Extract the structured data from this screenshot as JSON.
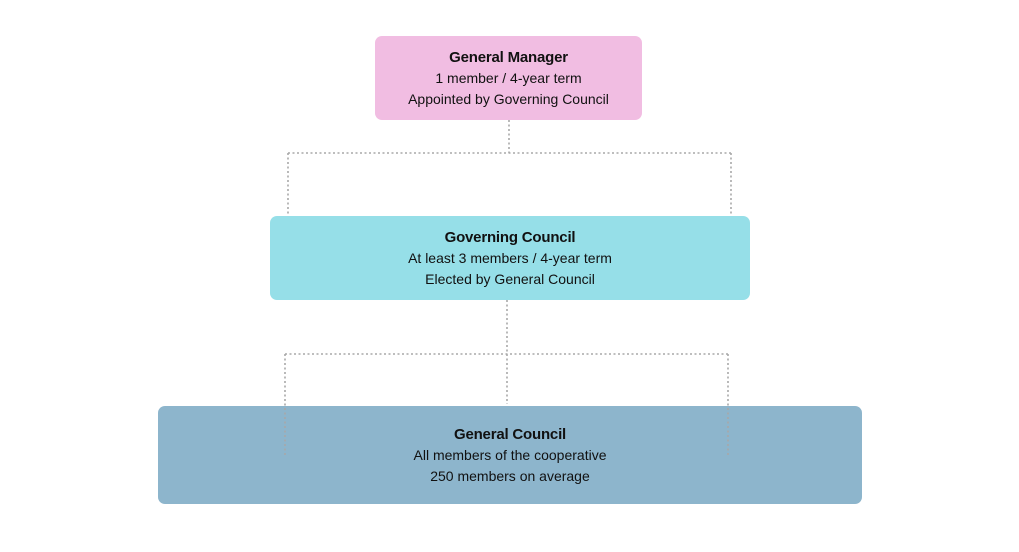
{
  "nodes": {
    "general_manager": {
      "title": "General Manager",
      "line1": "1 member / 4-year term",
      "line2": "Appointed by Governing Council",
      "color": "#f1bde2"
    },
    "governing_council": {
      "title": "Governing Council",
      "line1": "At least 3 members / 4-year term",
      "line2": "Elected by General Council",
      "color": "#96dfe8"
    },
    "general_council": {
      "title": "General Council",
      "line1": "All members of the cooperative",
      "line2": "250 members on average",
      "color": "#8db5cc"
    }
  },
  "connector_color": "#a8a8a8"
}
